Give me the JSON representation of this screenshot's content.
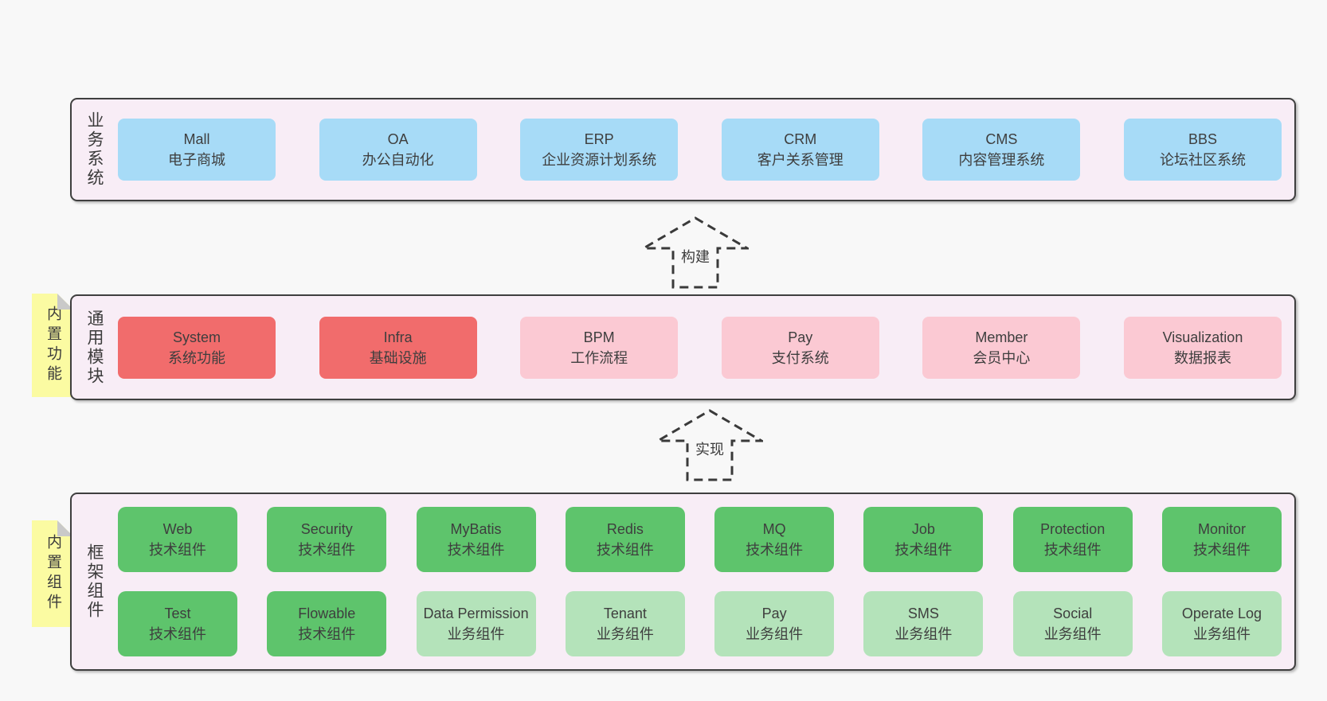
{
  "bands": [
    {
      "label": "业务系统",
      "boxes": [
        {
          "title": "Mall",
          "subtitle": "电子商城"
        },
        {
          "title": "OA",
          "subtitle": "办公自动化"
        },
        {
          "title": "ERP",
          "subtitle": "企业资源计划系统"
        },
        {
          "title": "CRM",
          "subtitle": "客户关系管理"
        },
        {
          "title": "CMS",
          "subtitle": "内容管理系统"
        },
        {
          "title": "BBS",
          "subtitle": "论坛社区系统"
        }
      ]
    },
    {
      "label": "通用模块",
      "note": "内置功能",
      "boxes": [
        {
          "title": "System",
          "subtitle": "系统功能"
        },
        {
          "title": "Infra",
          "subtitle": "基础设施"
        },
        {
          "title": "BPM",
          "subtitle": "工作流程"
        },
        {
          "title": "Pay",
          "subtitle": "支付系统"
        },
        {
          "title": "Member",
          "subtitle": "会员中心"
        },
        {
          "title": "Visualization",
          "subtitle": "数据报表"
        }
      ]
    },
    {
      "label": "框架组件",
      "note": "内置组件",
      "row1": [
        {
          "title": "Web",
          "subtitle": "技术组件"
        },
        {
          "title": "Security",
          "subtitle": "技术组件"
        },
        {
          "title": "MyBatis",
          "subtitle": "技术组件"
        },
        {
          "title": "Redis",
          "subtitle": "技术组件"
        },
        {
          "title": "MQ",
          "subtitle": "技术组件"
        },
        {
          "title": "Job",
          "subtitle": "技术组件"
        },
        {
          "title": "Protection",
          "subtitle": "技术组件"
        },
        {
          "title": "Monitor",
          "subtitle": "技术组件"
        }
      ],
      "row2": [
        {
          "title": "Test",
          "subtitle": "技术组件"
        },
        {
          "title": "Flowable",
          "subtitle": "技术组件"
        },
        {
          "title": "Data Permission",
          "subtitle": "业务组件"
        },
        {
          "title": "Tenant",
          "subtitle": "业务组件"
        },
        {
          "title": "Pay",
          "subtitle": "业务组件"
        },
        {
          "title": "SMS",
          "subtitle": "业务组件"
        },
        {
          "title": "Social",
          "subtitle": "业务组件"
        },
        {
          "title": "Operate Log",
          "subtitle": "业务组件"
        }
      ]
    }
  ],
  "arrows": [
    {
      "label": "构建"
    },
    {
      "label": "实现"
    }
  ],
  "colors": {
    "page_bg": "#f8f8f8",
    "band_bg": "#f8edf6",
    "band_border": "#3f3f3f",
    "blue_box": "#a7dbf7",
    "red_box": "#f16c6c",
    "pink_box": "#fbc9d3",
    "green_box": "#5ec46c",
    "light_green_box": "#b4e3ba",
    "note_yellow": "#fbfba2",
    "note_fold_gray": "#c9c9c9",
    "text": "#3d3d3d"
  }
}
